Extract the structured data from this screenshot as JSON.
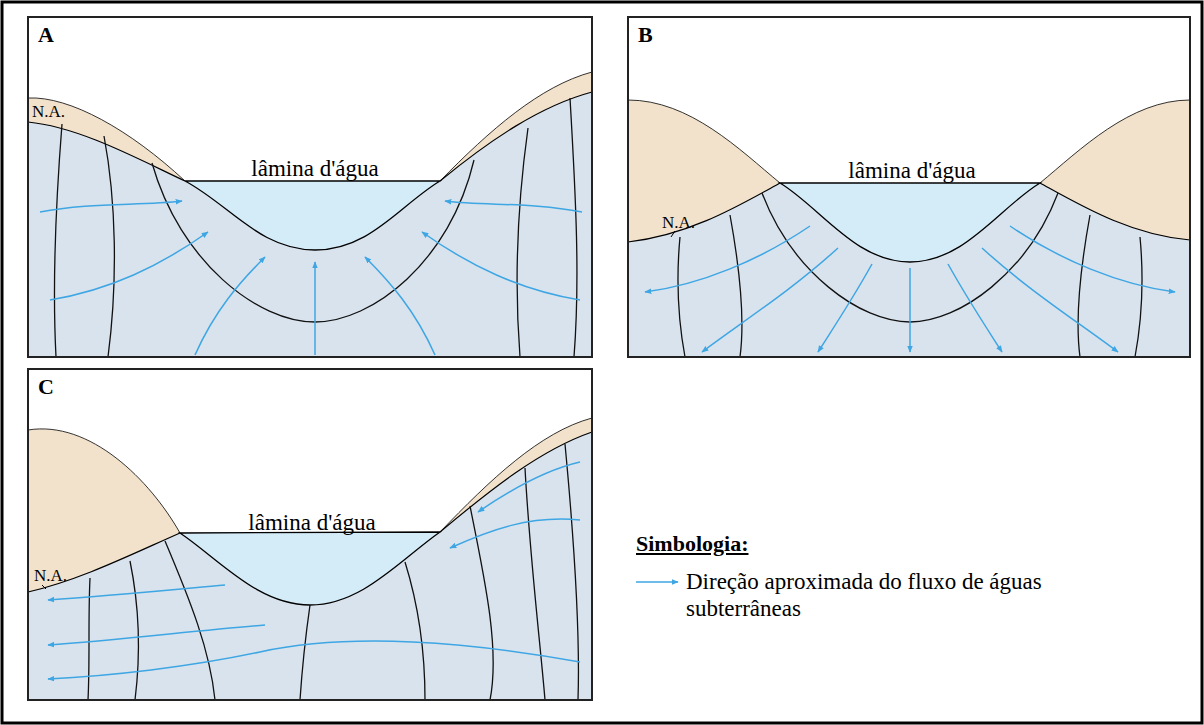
{
  "diagram": {
    "nodes": [
      {
        "text": [
          "A",
          "N.A.",
          "lâmina d'água"
        ]
      },
      {
        "text": [
          "B",
          "N.A.",
          "lâmina d'água"
        ]
      },
      {
        "text": [
          "C",
          "N.A.",
          "lâmina d'água"
        ]
      }
    ],
    "labels": [
      "Simbologia:"
    ],
    "legend": [
      {
        "text": "Direção aproximada do fluxo de águas subterrâneas"
      }
    ]
  }
}
